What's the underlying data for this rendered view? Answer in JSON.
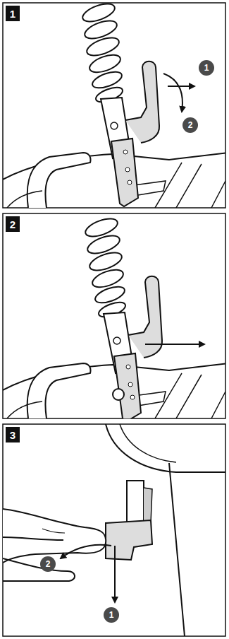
{
  "diagram": {
    "labels": [
      "1",
      "1",
      "2",
      "2",
      "3",
      "2",
      "1"
    ]
  }
}
